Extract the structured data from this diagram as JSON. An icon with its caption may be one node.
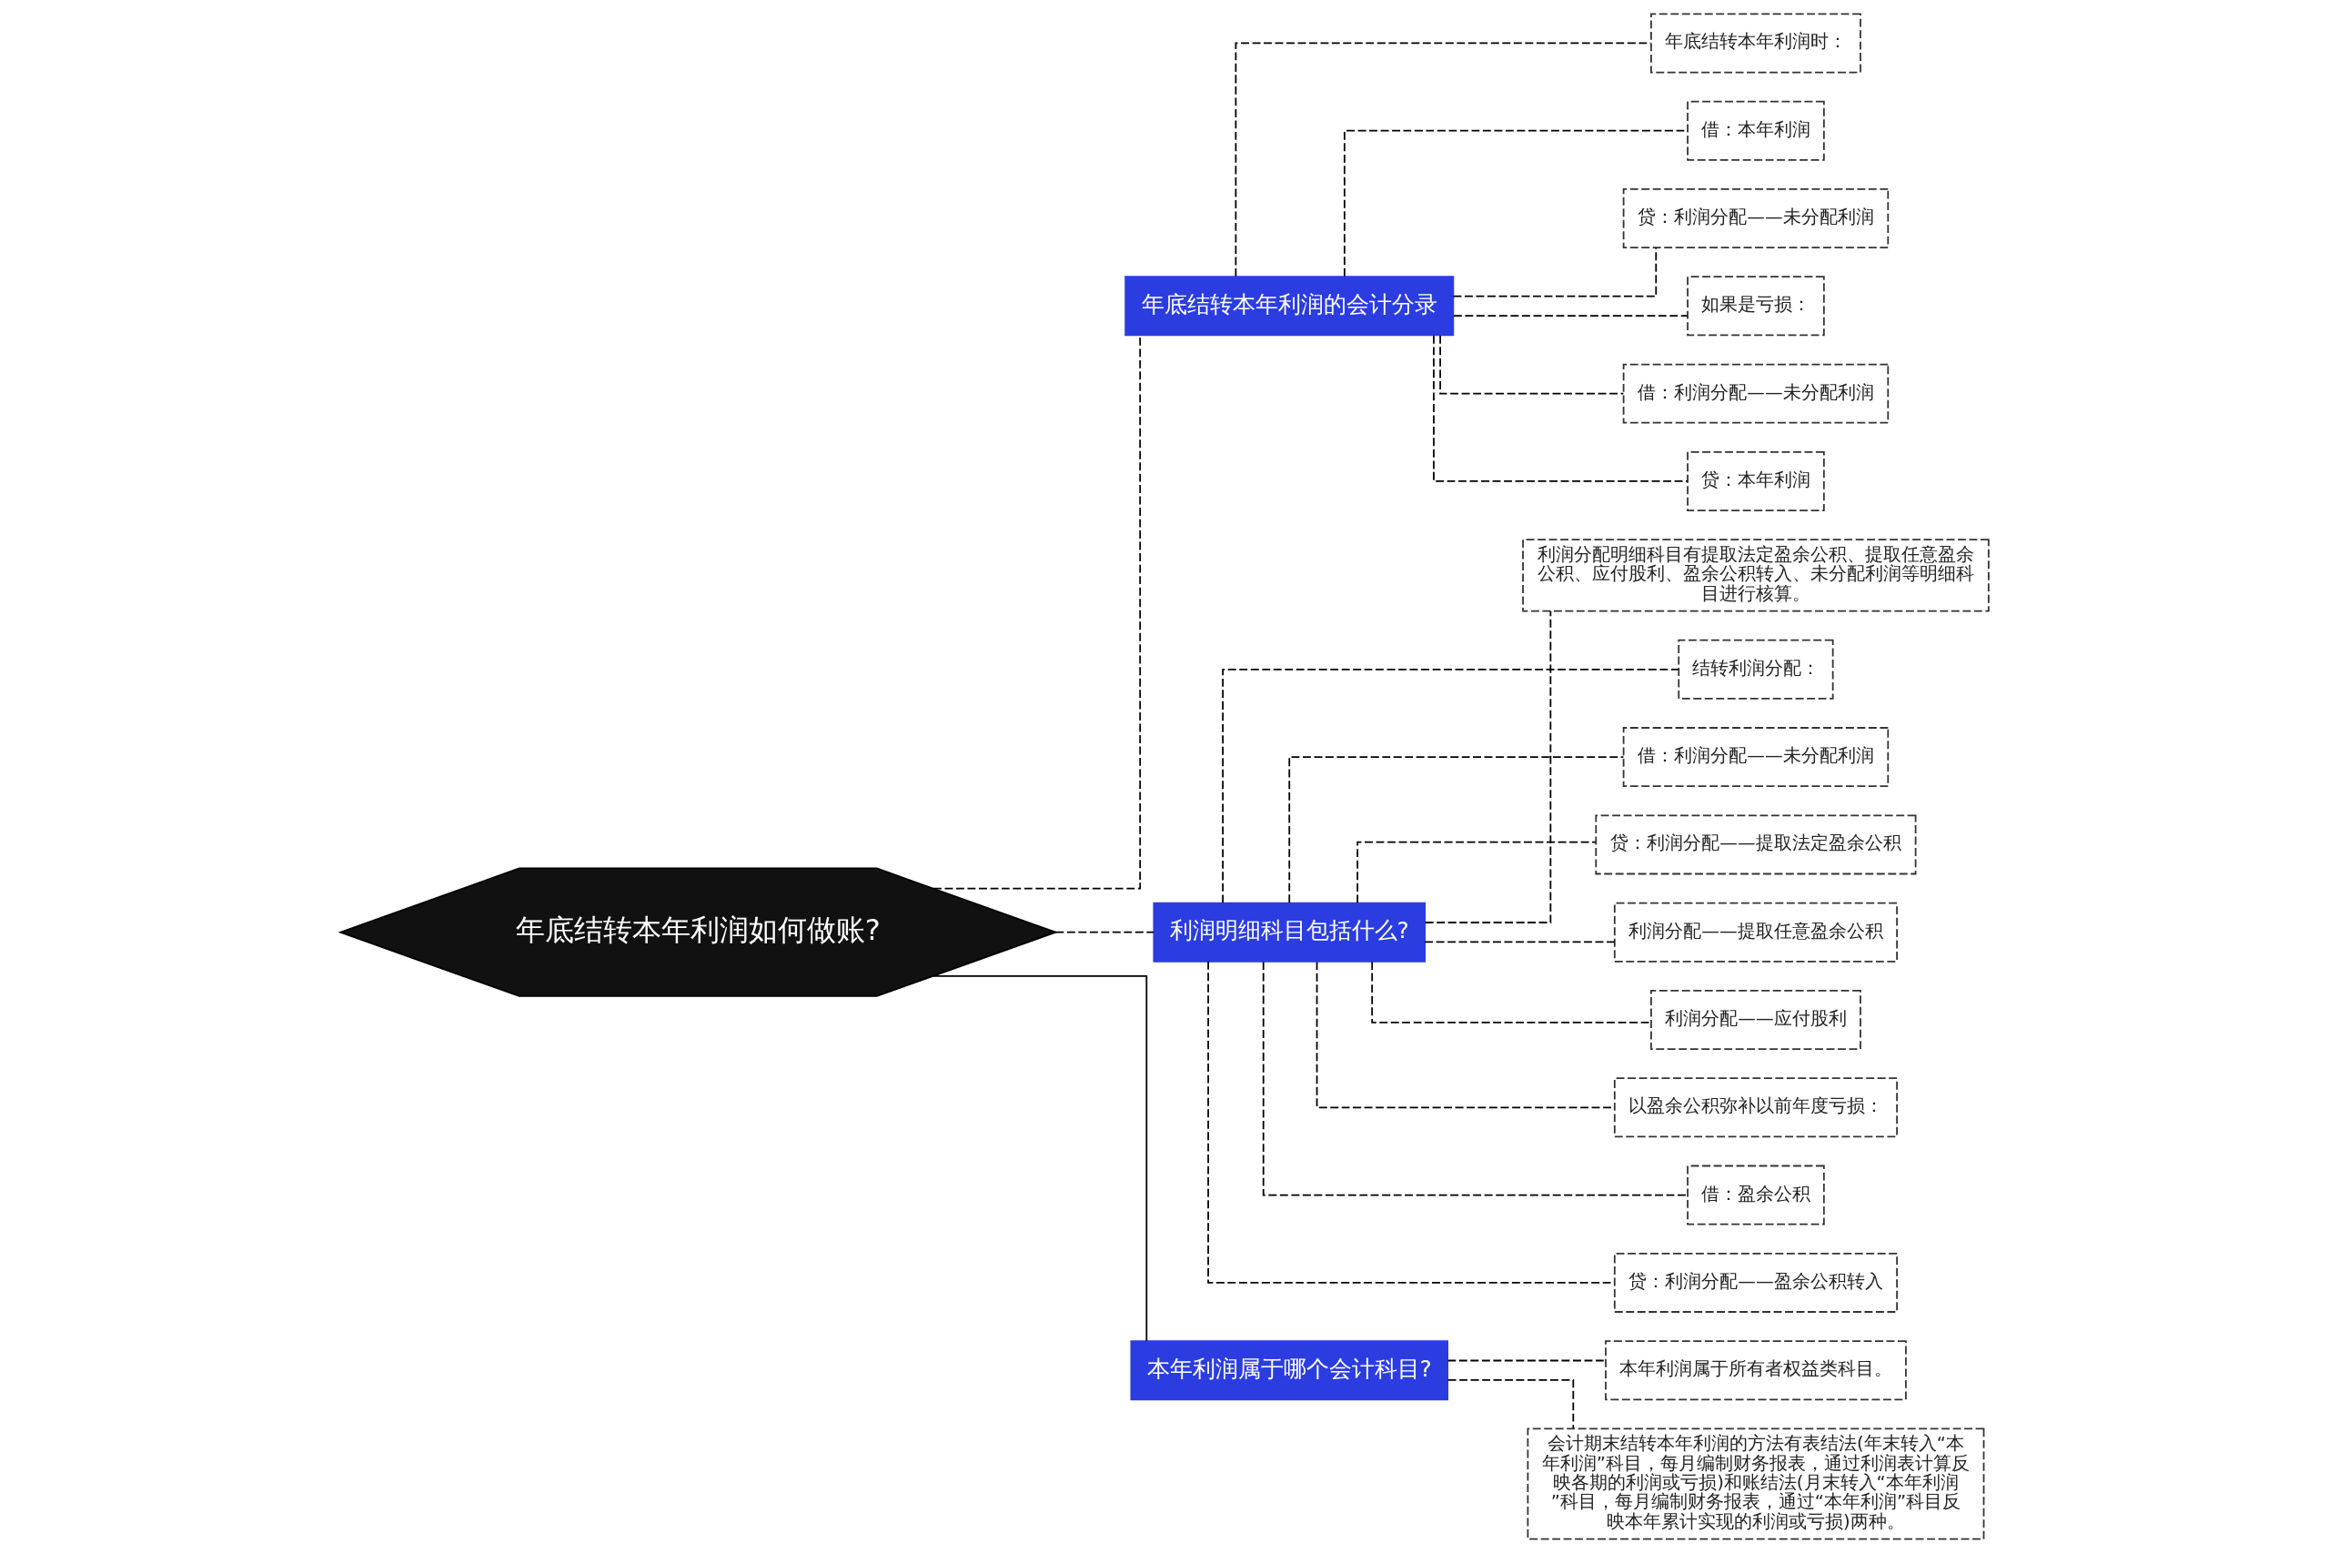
{
  "diagram": {
    "nodes": [
      {
        "text": [
          "年底结转本年利润如何做账?"
        ]
      },
      {
        "text": [
          "年底结转本年利润的会计分录"
        ]
      },
      {
        "text": [
          "年底结转本年利润时："
        ]
      },
      {
        "text": [
          "借：本年利润"
        ]
      },
      {
        "text": [
          "贷：利润分配——未分配利润"
        ]
      },
      {
        "text": [
          "如果是亏损："
        ]
      },
      {
        "text": [
          "借：利润分配——未分配利润"
        ]
      },
      {
        "text": [
          "贷：本年利润"
        ]
      },
      {
        "text": [
          "利润明细科目包括什么?"
        ]
      },
      {
        "text": [
          "利润分配明细科目有提取法定盈余公积、提取任意盈余公积、应付股利、盈余公积转入、未分配利润等明细科目进行核算。"
        ]
      },
      {
        "text": [
          "结转利润分配："
        ]
      },
      {
        "text": [
          "借：利润分配——未分配利润"
        ]
      },
      {
        "text": [
          "贷：利润分配——提取法定盈余公积"
        ]
      },
      {
        "text": [
          "利润分配——提取任意盈余公积"
        ]
      },
      {
        "text": [
          "利润分配——应付股利"
        ]
      },
      {
        "text": [
          "以盈余公积弥补以前年度亏损："
        ]
      },
      {
        "text": [
          "借：盈余公积"
        ]
      },
      {
        "text": [
          "贷：利润分配——盈余公积转入"
        ]
      },
      {
        "text": [
          "本年利润属于哪个会计科目?"
        ]
      },
      {
        "text": [
          "本年利润属于所有者权益类科目。"
        ]
      },
      {
        "text": [
          "会计期末结转本年利润的方法有表结法(年末转入“本年利润”科目，每月编制财务报表，通过利润表计算反映各期的利润或亏损)和账结法(月末转入“本年利润”科目，每月编制财务报表，通过“本年利润”科目反映本年累计实现的利润或亏损)两种。"
        ]
      }
    ],
    "edges": [
      {
        "from": 0,
        "to": 1,
        "arrow": "none",
        "style": "dashed"
      },
      {
        "from": 1,
        "to": 2,
        "arrow": "none",
        "style": "dashed"
      },
      {
        "from": 1,
        "to": 3,
        "arrow": "none",
        "style": "dashed"
      },
      {
        "from": 1,
        "to": 4,
        "arrow": "none",
        "style": "dashed"
      },
      {
        "from": 1,
        "to": 5,
        "arrow": "none",
        "style": "dashed"
      },
      {
        "from": 1,
        "to": 6,
        "arrow": "none",
        "style": "dashed"
      },
      {
        "from": 1,
        "to": 7,
        "arrow": "none",
        "style": "dashed"
      },
      {
        "from": 0,
        "to": 8,
        "arrow": "none",
        "style": "dashed"
      },
      {
        "from": 8,
        "to": 9,
        "arrow": "none",
        "style": "dashed"
      },
      {
        "from": 8,
        "to": 10,
        "arrow": "none",
        "style": "dashed"
      },
      {
        "from": 8,
        "to": 11,
        "arrow": "none",
        "style": "dashed"
      },
      {
        "from": 8,
        "to": 12,
        "arrow": "none",
        "style": "dashed"
      },
      {
        "from": 8,
        "to": 13,
        "arrow": "none",
        "style": "dashed"
      },
      {
        "from": 8,
        "to": 14,
        "arrow": "none",
        "style": "dashed"
      },
      {
        "from": 8,
        "to": 15,
        "arrow": "none",
        "style": "dashed"
      },
      {
        "from": 8,
        "to": 16,
        "arrow": "none",
        "style": "dashed"
      },
      {
        "from": 8,
        "to": 17,
        "arrow": "none",
        "style": "dashed"
      },
      {
        "from": 0,
        "to": 18,
        "arrow": "none"
      },
      {
        "from": 18,
        "to": 19,
        "arrow": "none",
        "style": "dashed"
      },
      {
        "from": 18,
        "to": 20,
        "arrow": "none",
        "style": "dashed"
      }
    ]
  }
}
